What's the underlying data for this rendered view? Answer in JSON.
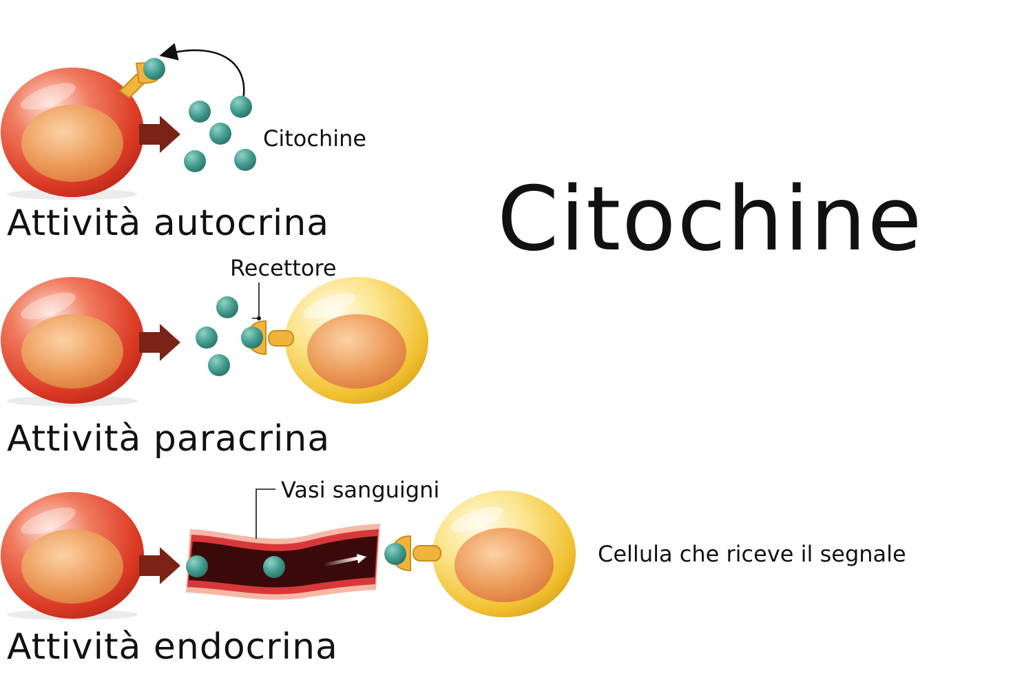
{
  "title": "Citochine",
  "labels": {
    "cytokines": "Citochine",
    "receptor": "Recettore",
    "blood_vessels": "Vasi sanguigni",
    "target_cell": "Cellula che riceve il segnale"
  },
  "sections": [
    {
      "name": "Attività autocrina"
    },
    {
      "name": "Attività paracrina"
    },
    {
      "name": "Attività endocrina"
    }
  ],
  "colors": {
    "secreting_cell": "#e2412b",
    "nucleus": "#e9914f",
    "target_cell": "#f2c43a",
    "cytokine": "#3f9a8c",
    "receptor": "#f0b43c",
    "arrow": "#7a2316",
    "vessel_wall": "#d8383a",
    "vessel_lumen": "#3a0a0a"
  }
}
